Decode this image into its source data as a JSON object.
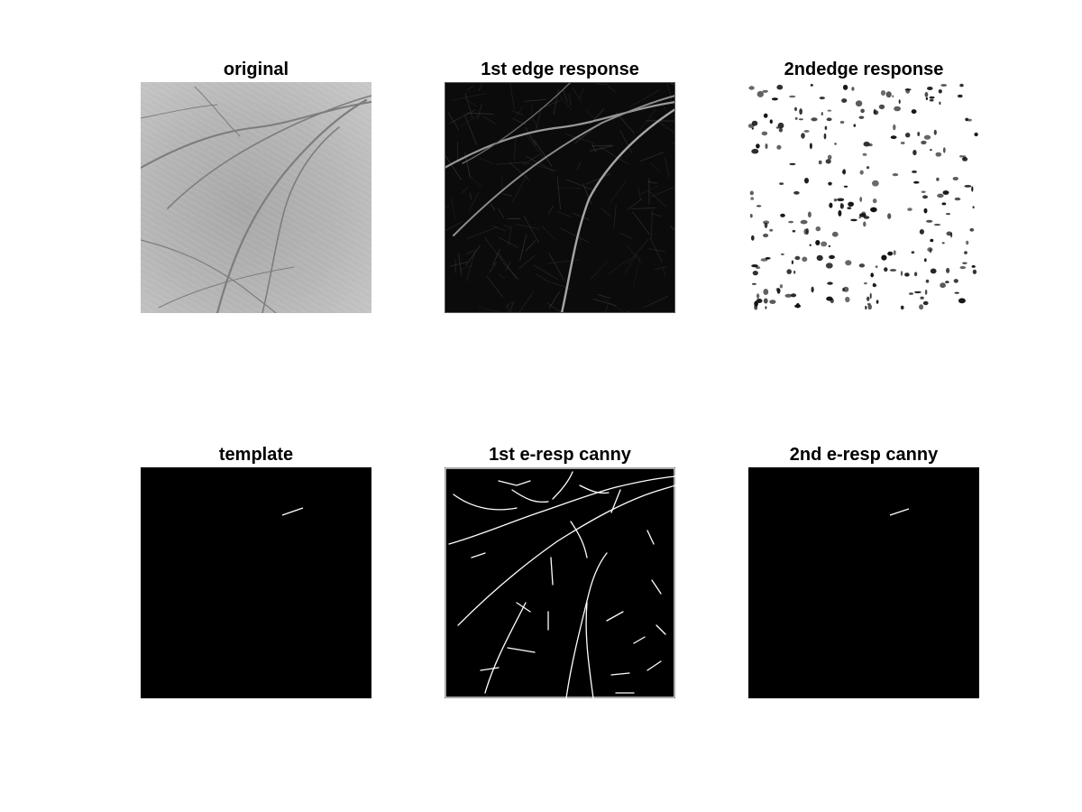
{
  "figure": {
    "panels": [
      {
        "title": "original"
      },
      {
        "title": "1st edge response"
      },
      {
        "title": "2ndedge response"
      },
      {
        "title": "template"
      },
      {
        "title": "1st e-resp canny"
      },
      {
        "title": "2nd e-resp canny"
      }
    ]
  }
}
